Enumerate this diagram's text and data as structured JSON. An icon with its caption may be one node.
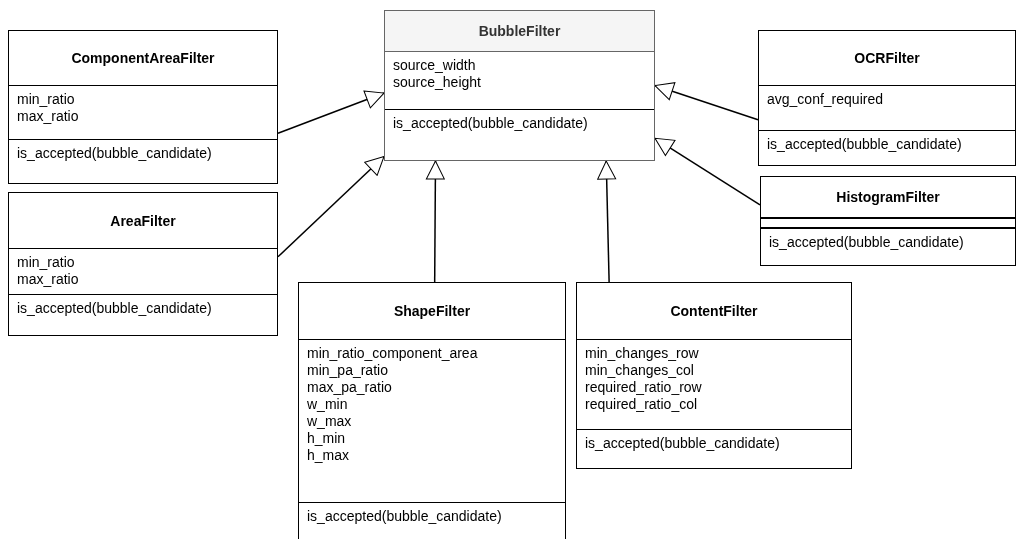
{
  "diagram": {
    "nodes": [
      {
        "text": [
          "BubbleFilter"
        ]
      },
      {
        "text": [
          "source_width",
          "source_height"
        ],
        "in": 0
      },
      {
        "text": [
          "is_accepted(bubble_candidate)"
        ],
        "in": 0
      },
      {
        "text": [
          "ComponentAreaFilter"
        ]
      },
      {
        "text": [
          "min_ratio",
          "max_ratio"
        ],
        "in": 3
      },
      {
        "text": [
          "is_accepted(bubble_candidate)"
        ],
        "in": 3
      },
      {
        "text": [
          "OCRFilter"
        ]
      },
      {
        "text": [
          "avg_conf_required"
        ],
        "in": 6
      },
      {
        "text": [
          "is_accepted(bubble_candidate)"
        ],
        "in": 6
      },
      {
        "text": [
          "AreaFilter"
        ]
      },
      {
        "text": [
          "min_ratio",
          "max_ratio"
        ],
        "in": 9
      },
      {
        "text": [
          "is_accepted(bubble_candidate)"
        ],
        "in": 9
      },
      {
        "text": [
          "HistogramFilter"
        ]
      },
      {
        "text": [],
        "shape": "box",
        "in": 12
      },
      {
        "text": [
          "is_accepted(bubble_candidate)"
        ],
        "in": 12
      },
      {
        "text": [
          "ShapeFilter"
        ]
      },
      {
        "text": [
          "min_ratio_component_area",
          "min_pa_ratio",
          "max_pa_ratio",
          "w_min",
          "w_max",
          "h_min",
          "h_max"
        ],
        "in": 15
      },
      {
        "text": [
          "is_accepted(bubble_candidate)"
        ],
        "in": 15
      },
      {
        "text": [
          "ContentFilter"
        ]
      },
      {
        "text": [
          "min_changes_row",
          "min_changes_col",
          "required_ratio_row",
          "required_ratio_col"
        ],
        "in": 18
      },
      {
        "text": [
          "is_accepted(bubble_candidate)"
        ],
        "in": 18
      }
    ],
    "edges": [
      {
        "from": 3,
        "to": 0,
        "arrow": "to"
      },
      {
        "from": 9,
        "to": 0,
        "arrow": "to"
      },
      {
        "from": 15,
        "to": 0,
        "arrow": "to"
      },
      {
        "from": 18,
        "to": 0,
        "arrow": "to"
      },
      {
        "from": 6,
        "to": 0,
        "arrow": "to"
      },
      {
        "from": 12,
        "to": 0,
        "arrow": "to"
      }
    ]
  }
}
